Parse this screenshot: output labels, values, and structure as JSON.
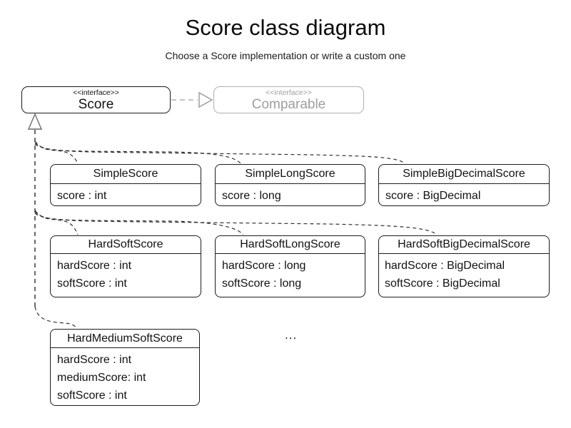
{
  "title": "Score class diagram",
  "subtitle": "Choose a Score implementation or write a custom one",
  "interfaces": {
    "score": {
      "stereotype": "<<interface>>",
      "name": "Score"
    },
    "comparable": {
      "stereotype": "<<interface>>",
      "name": "Comparable"
    }
  },
  "classes": [
    {
      "name": "SimpleScore",
      "attributes": [
        "score : int"
      ]
    },
    {
      "name": "SimpleLongScore",
      "attributes": [
        "score : long"
      ]
    },
    {
      "name": "SimpleBigDecimalScore",
      "attributes": [
        "score : BigDecimal"
      ]
    },
    {
      "name": "HardSoftScore",
      "attributes": [
        "hardScore : int",
        "softScore : int"
      ]
    },
    {
      "name": "HardSoftLongScore",
      "attributes": [
        "hardScore : long",
        "softScore : long"
      ]
    },
    {
      "name": "HardSoftBigDecimalScore",
      "attributes": [
        "hardScore : BigDecimal",
        "softScore : BigDecimal"
      ]
    },
    {
      "name": "HardMediumSoftScore",
      "attributes": [
        "hardScore : int",
        "mediumScore: int",
        "softScore : int"
      ]
    }
  ],
  "ellipsis": "...",
  "relationships": [
    {
      "from": "Score",
      "to": "Comparable",
      "type": "extends-dashed"
    },
    {
      "from": "SimpleScore",
      "to": "Score",
      "type": "implements"
    },
    {
      "from": "SimpleLongScore",
      "to": "Score",
      "type": "implements"
    },
    {
      "from": "SimpleBigDecimalScore",
      "to": "Score",
      "type": "implements"
    },
    {
      "from": "HardSoftScore",
      "to": "Score",
      "type": "implements"
    },
    {
      "from": "HardSoftLongScore",
      "to": "Score",
      "type": "implements"
    },
    {
      "from": "HardSoftBigDecimalScore",
      "to": "Score",
      "type": "implements"
    },
    {
      "from": "HardMediumSoftScore",
      "to": "Score",
      "type": "implements"
    }
  ],
  "colors": {
    "box_border": "#1c1c1c",
    "muted_gray": "#9e9e9e",
    "branch_connector": "#2b2b2b",
    "trunk_connector": "#5a5a5a",
    "comparable_link": "#c4c4c4"
  }
}
